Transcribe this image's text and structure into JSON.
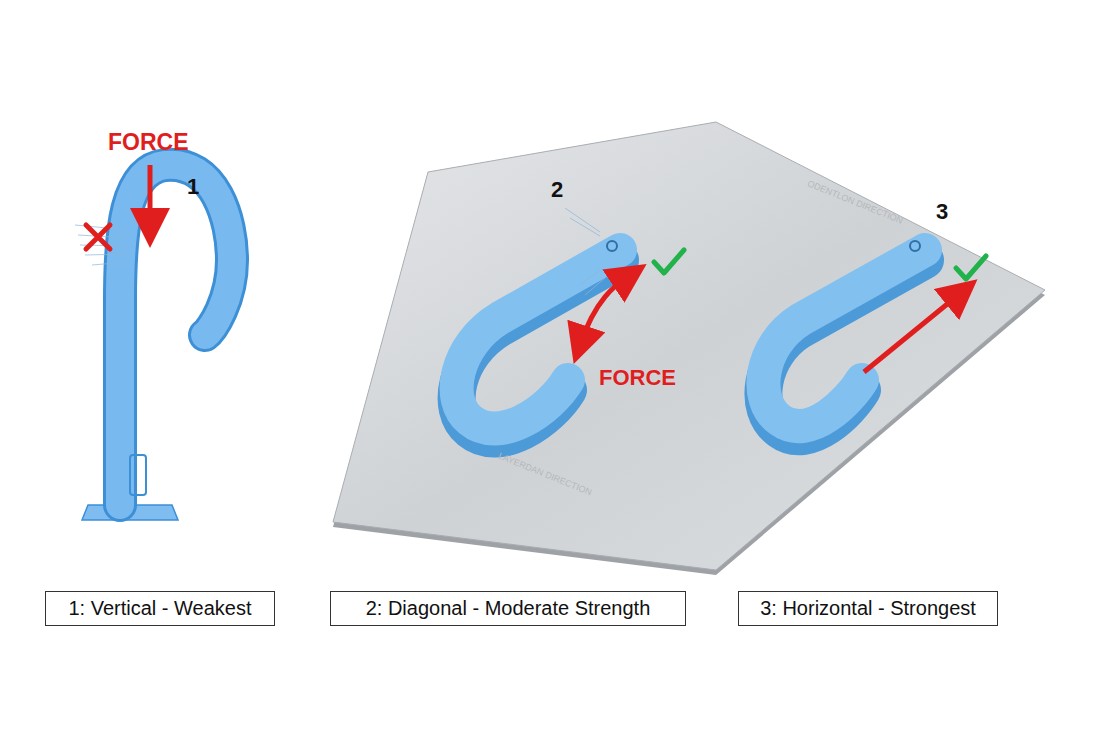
{
  "diagram": {
    "nodes": [
      {
        "text": [
          "1: Vertical - Weakest"
        ]
      },
      {
        "text": [
          "2: Diagonal - Moderate Strength"
        ]
      },
      {
        "text": [
          "3: Horizontal - Strongest"
        ]
      }
    ],
    "labels": [
      "FORCE",
      "1",
      "2",
      "ODENTLON DIRECTION",
      "FORCE",
      "3",
      "LAYERDAN DIRECTION"
    ]
  }
}
